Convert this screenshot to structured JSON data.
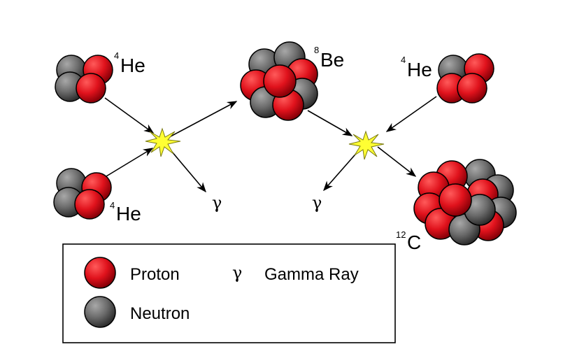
{
  "labels": {
    "he4_top": {
      "sup": "4",
      "sym": "He"
    },
    "he4_bottom": {
      "sup": "4",
      "sym": "He"
    },
    "be8": {
      "sup": "8",
      "sym": "Be"
    },
    "he4_right": {
      "sup": "4",
      "sym": "He"
    },
    "c12": {
      "sup": "12",
      "sym": "C"
    }
  },
  "gamma_symbol": "γ",
  "legend": {
    "proton_label": "Proton",
    "neutron_label": "Neutron",
    "gamma_symbol": "γ",
    "gamma_label": "Gamma Ray"
  },
  "colors": {
    "proton": "#e0121c",
    "neutron": "#6b6b6b",
    "flash": "#ffff33",
    "outline": "#000000"
  }
}
